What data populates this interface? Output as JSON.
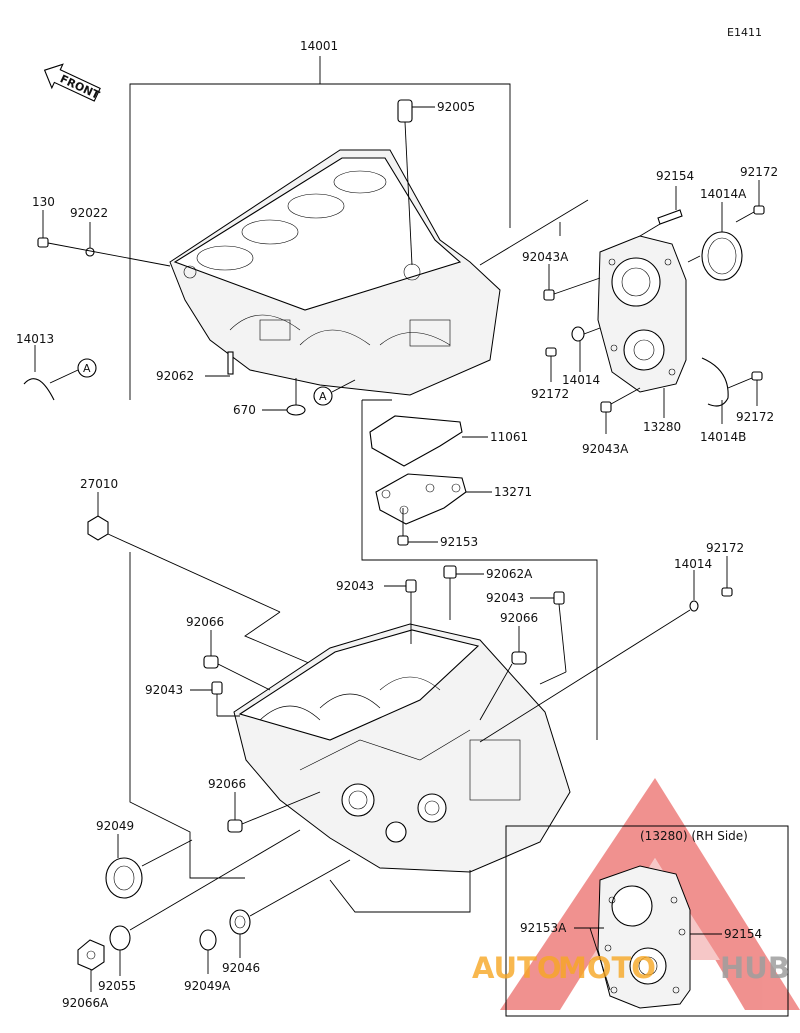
{
  "diagram": {
    "code": "E1411",
    "front_label": "FRONT",
    "callout_marker": "A",
    "inset_title": "(13280) (RH Side)",
    "watermark": {
      "brand_left": "AUTO",
      "brand_mid": "MOTO",
      "brand_right": "HUB",
      "colors": {
        "triangle": "#e53935",
        "orange": "#f6a623",
        "gray": "#9e9e9e"
      }
    },
    "labels": {
      "p14001": "14001",
      "p92005": "92005",
      "p130": "130",
      "p92022": "92022",
      "p14013": "14013",
      "p92062": "92062",
      "p670": "670",
      "p11061": "11061",
      "p13271": "13271",
      "p92153": "92153",
      "p92154": "92154",
      "p92172_top": "92172",
      "p14014A": "14014A",
      "p92043A_top": "92043A",
      "p92172_mid": "92172",
      "p14014_mid": "14014",
      "p13280": "13280",
      "p92172_right": "92172",
      "p92043A_bot": "92043A",
      "p14014B": "14014B",
      "p27010": "27010",
      "p92172_low": "92172",
      "p14014_low": "14014",
      "p92043_a": "92043",
      "p92062A": "92062A",
      "p92043_b": "92043",
      "p92066_a": "92066",
      "p92066_b": "92066",
      "p92043_c": "92043",
      "p92066_c": "92066",
      "p92049": "92049",
      "p92055": "92055",
      "p92066A": "92066A",
      "p92049A": "92049A",
      "p92046": "92046",
      "p92153A": "92153A",
      "p92154_inset": "92154"
    }
  }
}
